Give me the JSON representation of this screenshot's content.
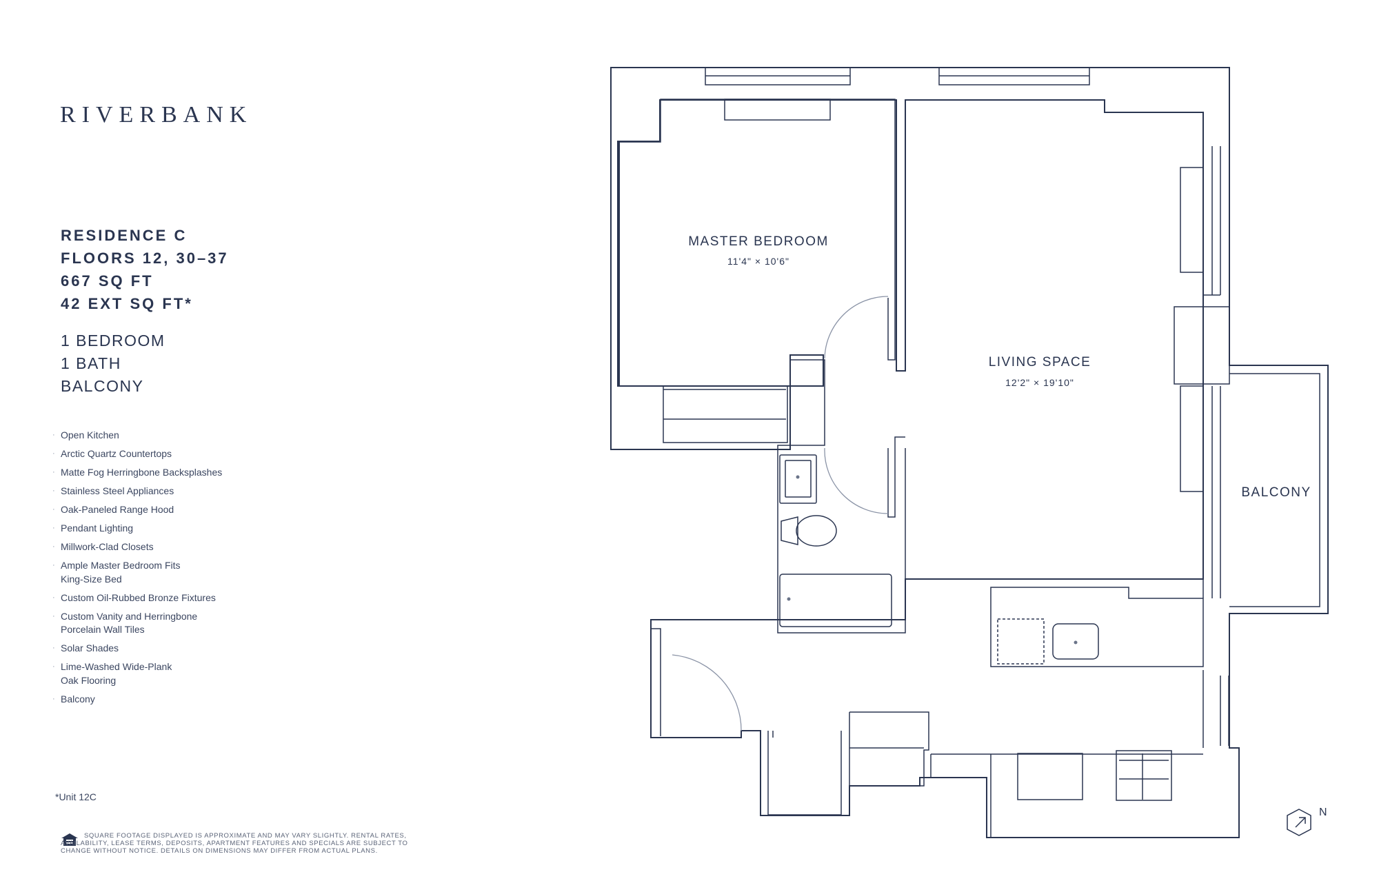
{
  "brand": {
    "name": "RIVERBANK"
  },
  "residence": {
    "name": "RESIDENCE C",
    "floors": "FLOORS 12, 30–37",
    "area": "667 SQ FT",
    "ext_area": "42 EXT SQ FT*"
  },
  "summary": {
    "bedrooms": "1 BEDROOM",
    "baths": "1 BATH",
    "balcony": "BALCONY"
  },
  "features": [
    "Open Kitchen",
    "Arctic Quartz Countertops",
    "Matte Fog Herringbone Backsplashes",
    "Stainless Steel Appliances",
    "Oak-Paneled Range Hood",
    "Pendant Lighting",
    "Millwork-Clad Closets",
    "Ample Master Bedroom Fits\nKing-Size Bed",
    "Custom Oil-Rubbed Bronze Fixtures",
    "Custom Vanity and Herringbone\nPorcelain Wall Tiles",
    "Solar Shades",
    "Lime-Washed Wide-Plank\nOak Flooring",
    "Balcony"
  ],
  "footnote": "*Unit 12C",
  "disclaimer": "SQUARE FOOTAGE DISPLAYED IS APPROXIMATE AND MAY VARY SLIGHTLY. RENTAL RATES, AVAILABILITY, LEASE TERMS, DEPOSITS, APARTMENT FEATURES AND SPECIALS ARE SUBJECT TO CHANGE WITHOUT NOTICE. DETAILS ON DIMENSIONS MAY DIFFER FROM ACTUAL PLANS.",
  "rooms": {
    "master_bedroom": {
      "name": "MASTER BEDROOM",
      "dims": "11'4\" × 10'6\""
    },
    "living_space": {
      "name": "LIVING SPACE",
      "dims": "12'2\" × 19'10\""
    },
    "balcony": {
      "name": "BALCONY"
    }
  },
  "compass": {
    "label": "N"
  },
  "icons": {
    "equal_housing": "equal-housing-icon",
    "north_arrow": "north-arrow-icon"
  },
  "colors": {
    "ink": "#2a3550",
    "wall_stroke": "#2a3550",
    "fixture_stroke": "#6b7489"
  }
}
